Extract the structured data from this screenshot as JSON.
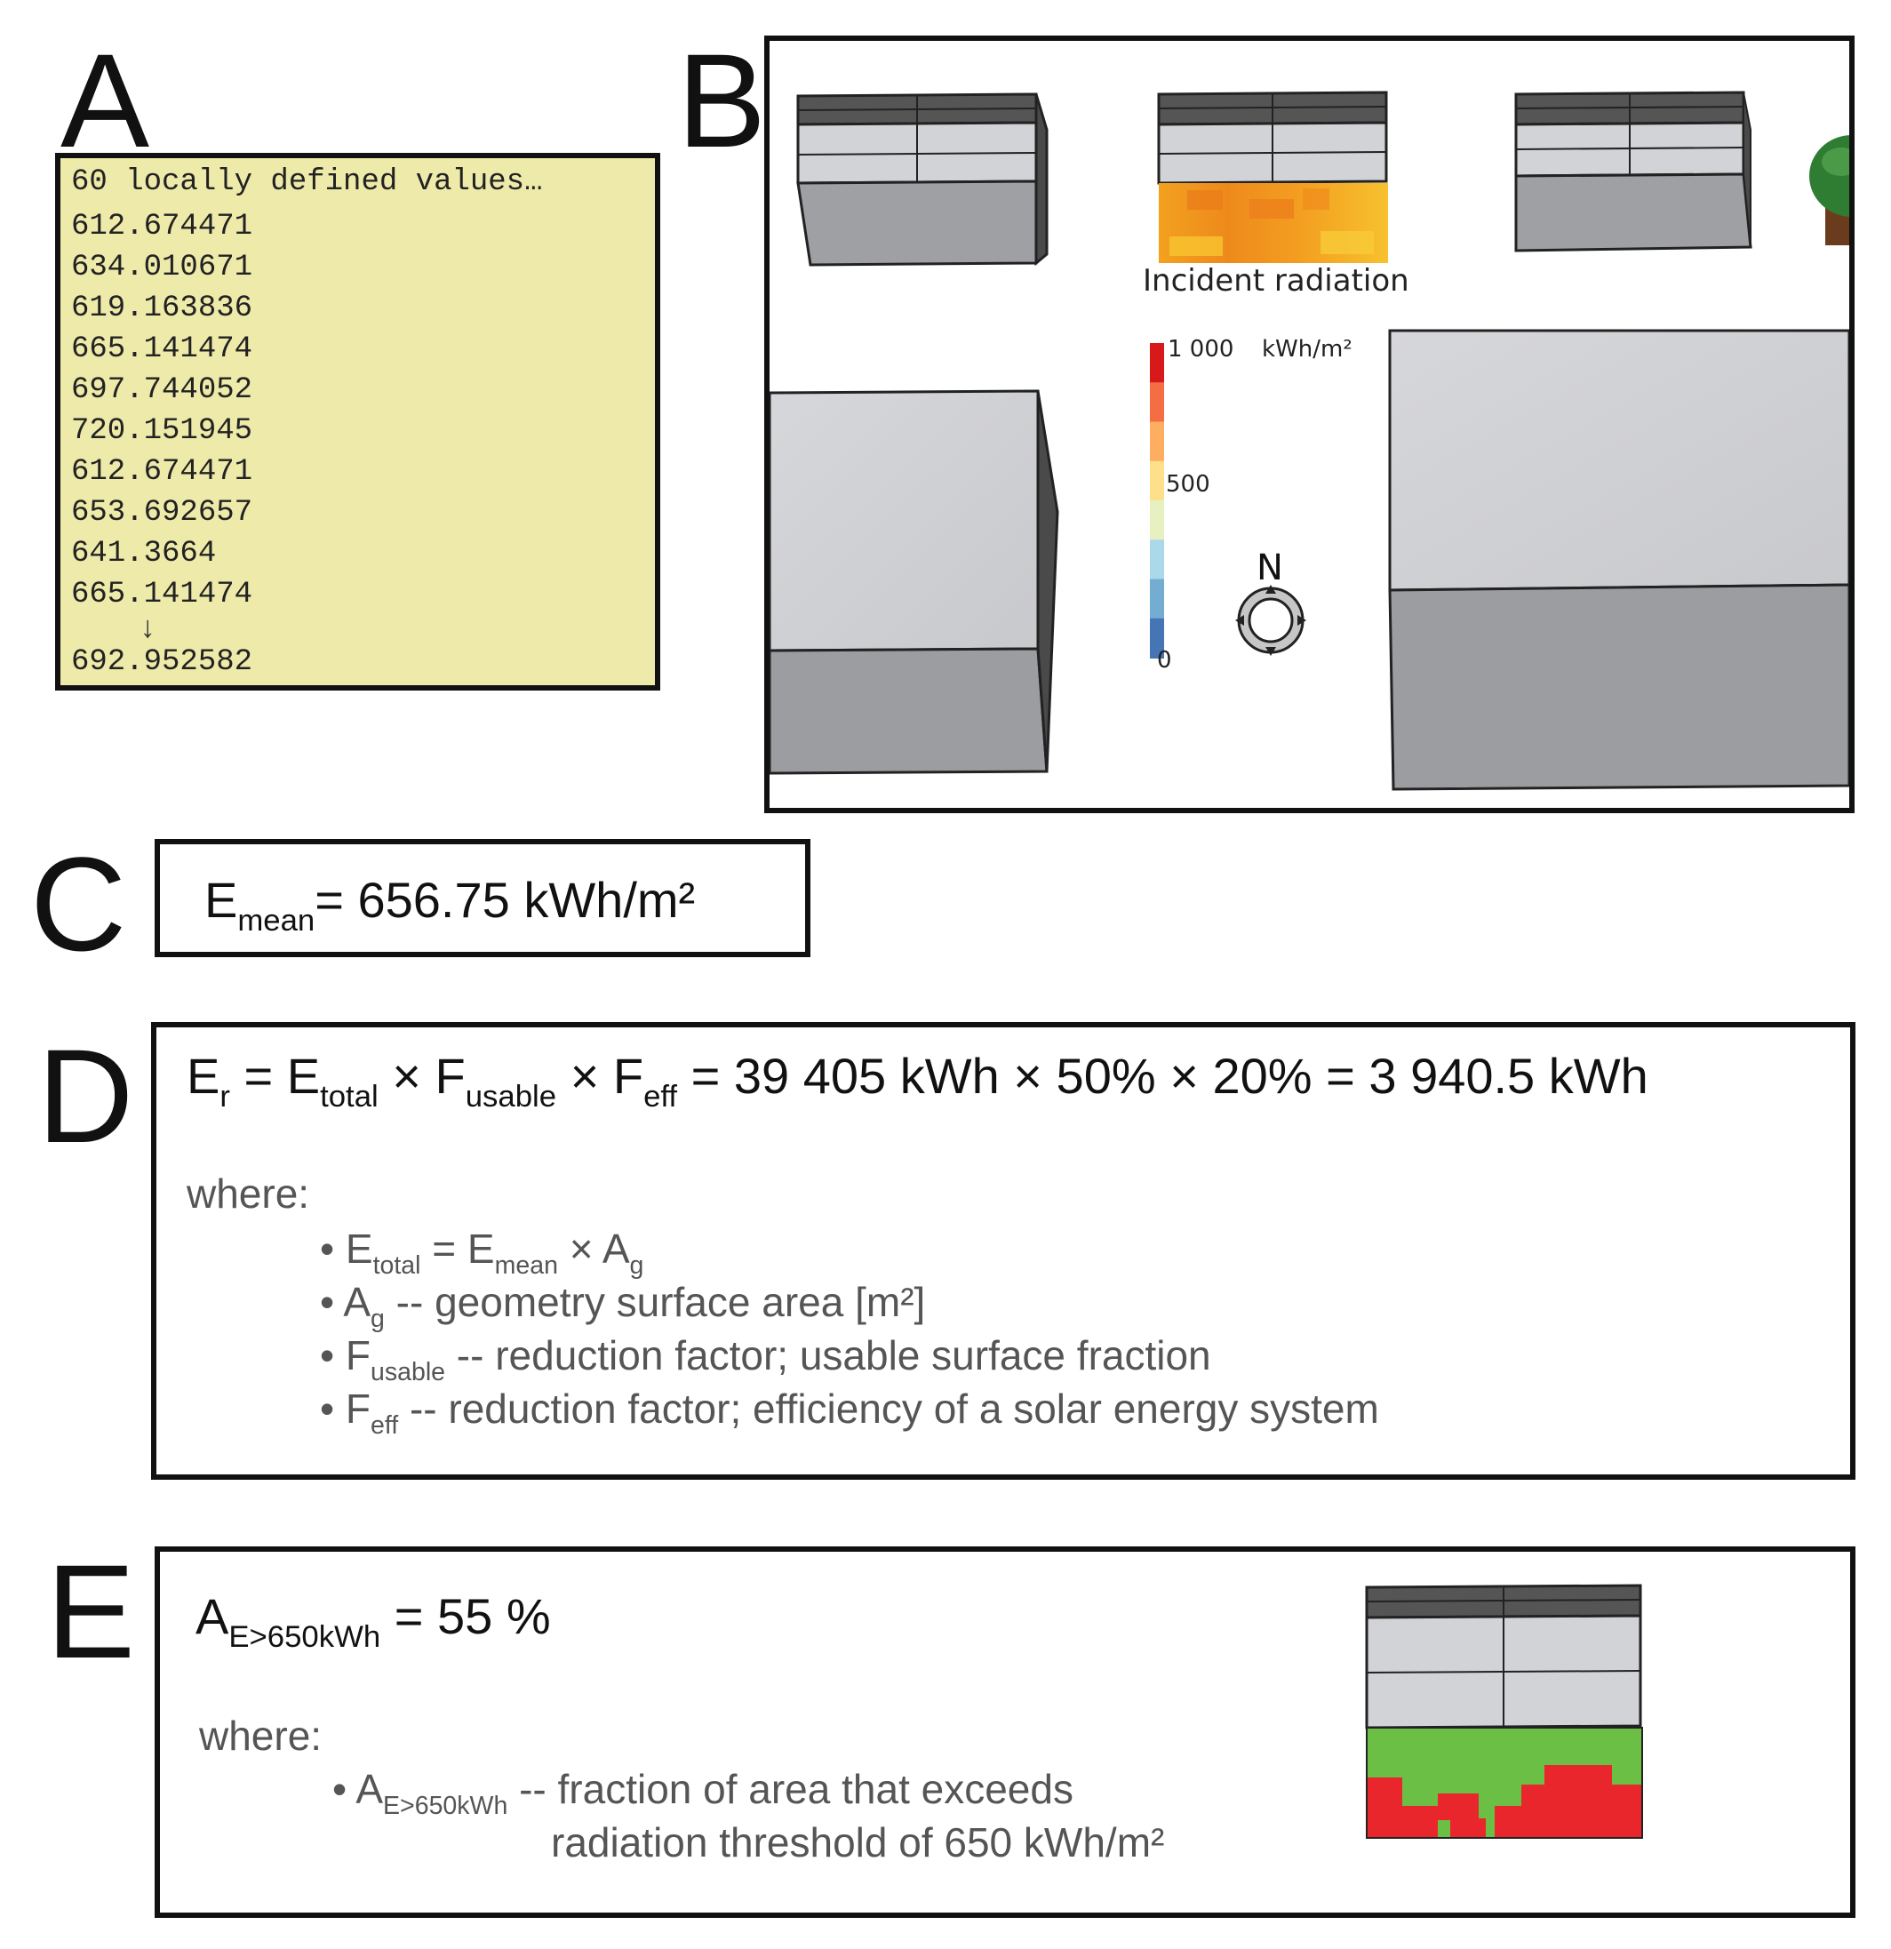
{
  "panels": {
    "a": {
      "letter": "A"
    },
    "b": {
      "letter": "B"
    },
    "c": {
      "letter": "C"
    },
    "d": {
      "letter": "D"
    },
    "e": {
      "letter": "E"
    }
  },
  "panel_a": {
    "header": "60 locally defined values…",
    "values": [
      "612.674471",
      "634.010671",
      "619.163836",
      "665.141474",
      "697.744052",
      "720.151945",
      "612.674471",
      "653.692657",
      "641.3664",
      "665.141474"
    ],
    "continuation_arrow": "↓",
    "last_value": "692.952582"
  },
  "panel_b": {
    "surface_label": "Incident radiation",
    "legend": {
      "max_label": "1 000",
      "unit": "kWh/m²",
      "mid_label": "500",
      "min_label": "0",
      "colors": [
        "#d7191c",
        "#f46d43",
        "#fdae61",
        "#fee08b",
        "#e6f0c0",
        "#abd9e9",
        "#74add1",
        "#4575b4"
      ]
    },
    "north_label": "N"
  },
  "panel_c": {
    "symbol": "E",
    "subscript": "mean",
    "rhs": "= 656.75 kWh/m²"
  },
  "panel_d": {
    "equation": {
      "e": "E",
      "e_sub": "r",
      "eq1": " = E",
      "total_sub": "total",
      "times1": " × F",
      "usable_sub": "usable",
      "times2": " × F",
      "eff_sub": "eff",
      "rhs": " = 39 405 kWh × 50% × 20% = 3 940.5 kWh"
    },
    "where": "where:",
    "bullets": [
      {
        "pre": "• E",
        "sub": "total",
        "mid": " = E",
        "sub2": "mean",
        "mid2": " × A",
        "sub3": "g",
        "post": ""
      },
      {
        "pre": "• A",
        "sub": "g",
        "post": " -- geometry surface area [m²]"
      },
      {
        "pre": "• F",
        "sub": "usable",
        "post": " -- reduction factor; usable surface fraction"
      },
      {
        "pre": "• F",
        "sub": "eff",
        "post": " -- reduction factor; efficiency of a solar energy system"
      }
    ]
  },
  "panel_e": {
    "symbol": "A",
    "subscript": "E>650kWh",
    "rhs": " =  55 %",
    "where": "where:",
    "bullet_pre": "• A",
    "bullet_sub": "E>650kWh",
    "bullet_post": " -- fraction of area that exceeds",
    "bullet_line2": "radiation threshold of 650 kWh/m²",
    "threshold_kwh": 650,
    "area_fraction_percent": 55,
    "colors": {
      "above": "#e8262b",
      "below": "#6cbf45"
    }
  }
}
